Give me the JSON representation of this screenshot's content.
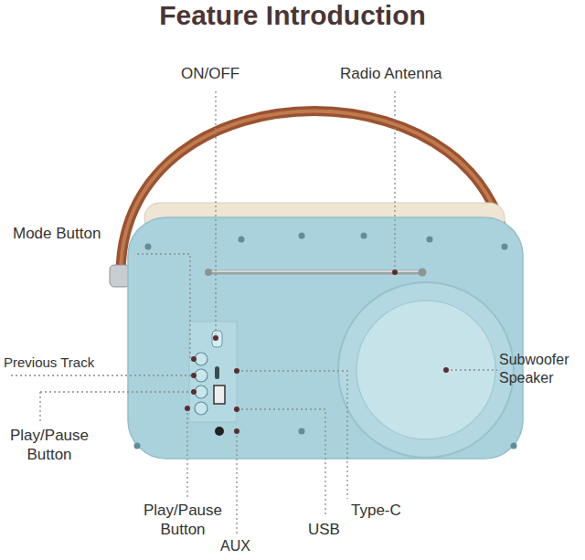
{
  "diagram": {
    "title": "Feature Introduction",
    "labels": [
      "ON/OFF",
      "Radio Antenna",
      "Mode Button",
      "Previous Track",
      "Play/Pause Button",
      "Subwoofer Speaker",
      "Play/Pause Button",
      "AUX",
      "USB",
      "Type-C"
    ]
  }
}
